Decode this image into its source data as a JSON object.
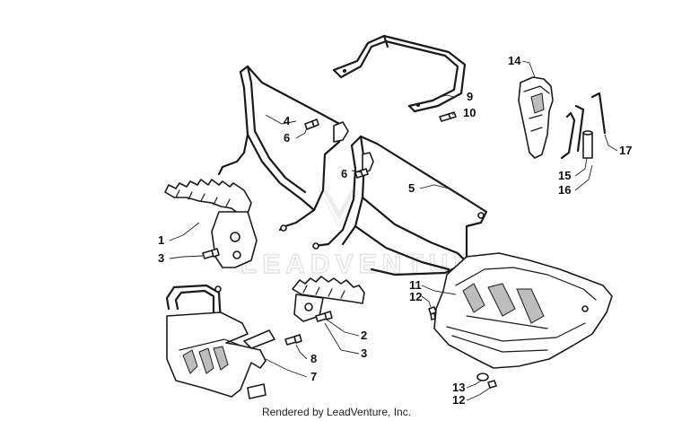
{
  "callouts": [
    "1",
    "2",
    "3",
    "3",
    "4",
    "5",
    "6",
    "6",
    "7",
    "8",
    "9",
    "10",
    "11",
    "12",
    "12",
    "13",
    "14",
    "15",
    "16",
    "17"
  ],
  "watermark": "LEADVENTURE",
  "footer": "Rendered by LeadVenture, Inc."
}
